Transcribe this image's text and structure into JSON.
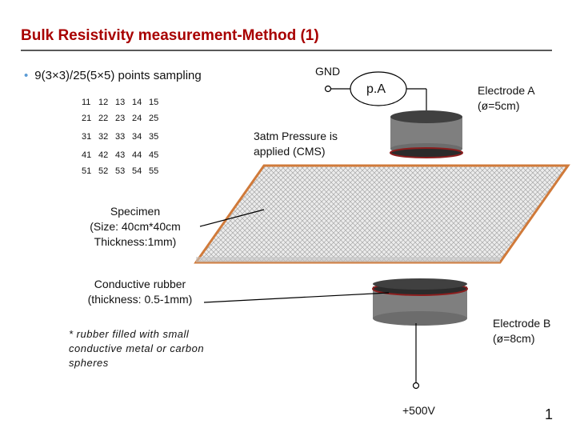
{
  "slide": {
    "title": "Bulk Resistivity measurement-Method (1)",
    "bullet": "9(3×3)/25(5×5) points sampling",
    "page_number": "1"
  },
  "sampling_grid": [
    [
      "11",
      "12",
      "13",
      "14",
      "15"
    ],
    [
      "21",
      "22",
      "23",
      "24",
      "25"
    ],
    [
      "31",
      "32",
      "33",
      "34",
      "35"
    ],
    [
      "41",
      "42",
      "43",
      "44",
      "45"
    ],
    [
      "51",
      "52",
      "53",
      "54",
      "55"
    ]
  ],
  "labels": {
    "gnd": "GND",
    "meter": "p.A",
    "electrode_a_line1": "Electrode A",
    "electrode_a_line2": "(ø=5cm)",
    "pressure_line1": "3atm Pressure is",
    "pressure_line2": "applied (CMS)",
    "specimen_line1": "Specimen",
    "specimen_line2": "(Size: 40cm*40cm",
    "specimen_line3": "Thickness:1mm)",
    "rubber_line1": "Conductive rubber",
    "rubber_line2": "(thickness: 0.5-1mm)",
    "note_line1": "* rubber filled with small",
    "note_line2": "conductive metal or carbon",
    "note_line3": "spheres",
    "electrode_b_line1": "Electrode B",
    "electrode_b_line2": "(ø=8cm)",
    "voltage": "+500V"
  },
  "colors": {
    "title": "#a80000",
    "bullet": "#5b9bd5",
    "specimen_border": "#d07a3a",
    "electrode_body": "#7f7f7f",
    "electrode_top": "#404040",
    "rubber_rim": "#8b1e1e"
  }
}
